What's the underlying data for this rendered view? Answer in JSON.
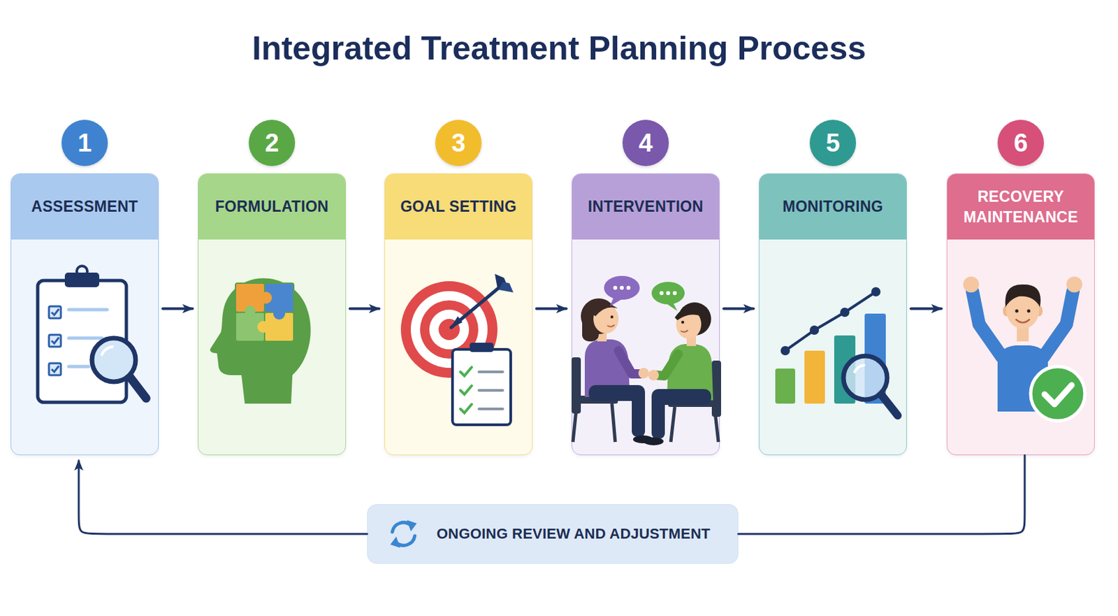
{
  "diagram": {
    "title": "Integrated Treatment Planning Process",
    "nodes": [
      {
        "text": [
          "1"
        ]
      },
      {
        "text": [
          "ASSESSMENT"
        ]
      },
      {
        "text": [
          "2"
        ]
      },
      {
        "text": [
          "FORMULATION"
        ]
      },
      {
        "text": [
          "3"
        ]
      },
      {
        "text": [
          "GOAL SETTING"
        ]
      },
      {
        "text": [
          "4"
        ]
      },
      {
        "text": [
          "INTERVENTION"
        ]
      },
      {
        "text": [
          "5"
        ]
      },
      {
        "text": [
          "MONITORING"
        ]
      },
      {
        "text": [
          "6"
        ]
      },
      {
        "text": [
          "RECOVERY MAINTENANCE"
        ]
      },
      {
        "text": [
          "ONGOING REVIEW AND ADJUSTMENT"
        ]
      }
    ],
    "edges": [
      {
        "from": 1,
        "to": 3,
        "arrow": "to"
      },
      {
        "from": 3,
        "to": 5,
        "arrow": "to"
      },
      {
        "from": 5,
        "to": 7,
        "arrow": "to"
      },
      {
        "from": 7,
        "to": 9,
        "arrow": "to"
      },
      {
        "from": 9,
        "to": 11,
        "arrow": "to"
      },
      {
        "from": 11,
        "to": 12,
        "arrow": "none"
      },
      {
        "from": 12,
        "to": 1,
        "arrow": "to"
      }
    ]
  }
}
